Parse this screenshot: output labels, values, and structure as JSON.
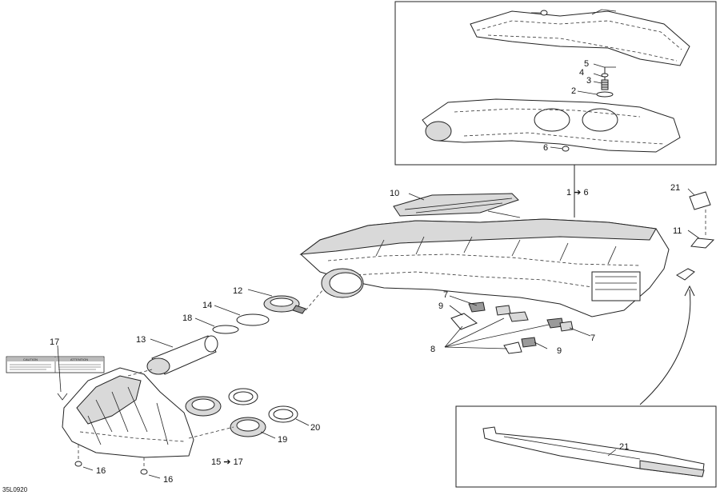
{
  "diagram": {
    "reference_code": "35L0920",
    "labels": {
      "p1_6": "1 ➔ 6",
      "p2": "2",
      "p3": "3",
      "p4": "4",
      "p5": "5",
      "p6": "6",
      "p7a": "7",
      "p7b": "7",
      "p8": "8",
      "p9a": "9",
      "p9b": "9",
      "p10": "10",
      "p11": "11",
      "p12": "12",
      "p13": "13",
      "p14": "14",
      "p15_17": "15 ➔ 17",
      "p16a": "16",
      "p16b": "16",
      "p17": "17",
      "p18": "18",
      "p19": "19",
      "p20": "20",
      "p21a": "21",
      "p21b": "21"
    },
    "warning_label": {
      "left_title": "CAUTION",
      "right_title": "ATTENTION"
    }
  }
}
